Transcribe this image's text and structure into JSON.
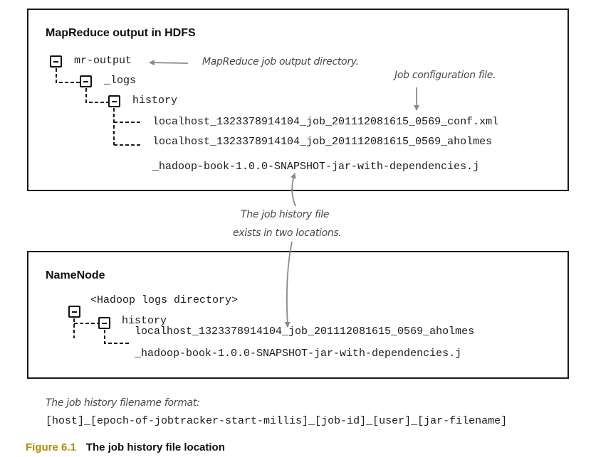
{
  "hdfs_box": {
    "title": "MapReduce output in HDFS",
    "items": [
      {
        "label": "mr-output"
      },
      {
        "label": "_logs"
      },
      {
        "label": "history"
      }
    ],
    "file_1": "localhost_1323378914104_job_201112081615_0569_conf.xml",
    "file_2_line_1": "localhost_1323378914104_job_201112081615_0569_aholmes",
    "file_2_line_2": "_hadoop-book-1.0.0-SNAPSHOT-jar-with-dependencies.j",
    "annotation_output_dir": "MapReduce job output directory.",
    "annotation_conf_file": "Job configuration file."
  },
  "middle_annotation": {
    "line_1": "The job history file",
    "line_2": "exists in two locations."
  },
  "namenode_box": {
    "title": "NameNode",
    "logs_dir": "<Hadoop logs directory>",
    "history": "history",
    "file_line_1": "localhost_1323378914104_job_201112081615_0569_aholmes",
    "file_line_2": "_hadoop-book-1.0.0-SNAPSHOT-jar-with-dependencies.j"
  },
  "format": {
    "label": "The job history filename format:",
    "pattern": "[host]_[epoch-of-jobtracker-start-millis]_[job-id]_[user]_[jar-filename]"
  },
  "caption": {
    "number": "Figure 6.1",
    "text": "The job history file location"
  },
  "colors": {
    "caption_number": "#b8860b",
    "annotation": "#4a4a4a",
    "arrow": "#8a8a8a"
  }
}
